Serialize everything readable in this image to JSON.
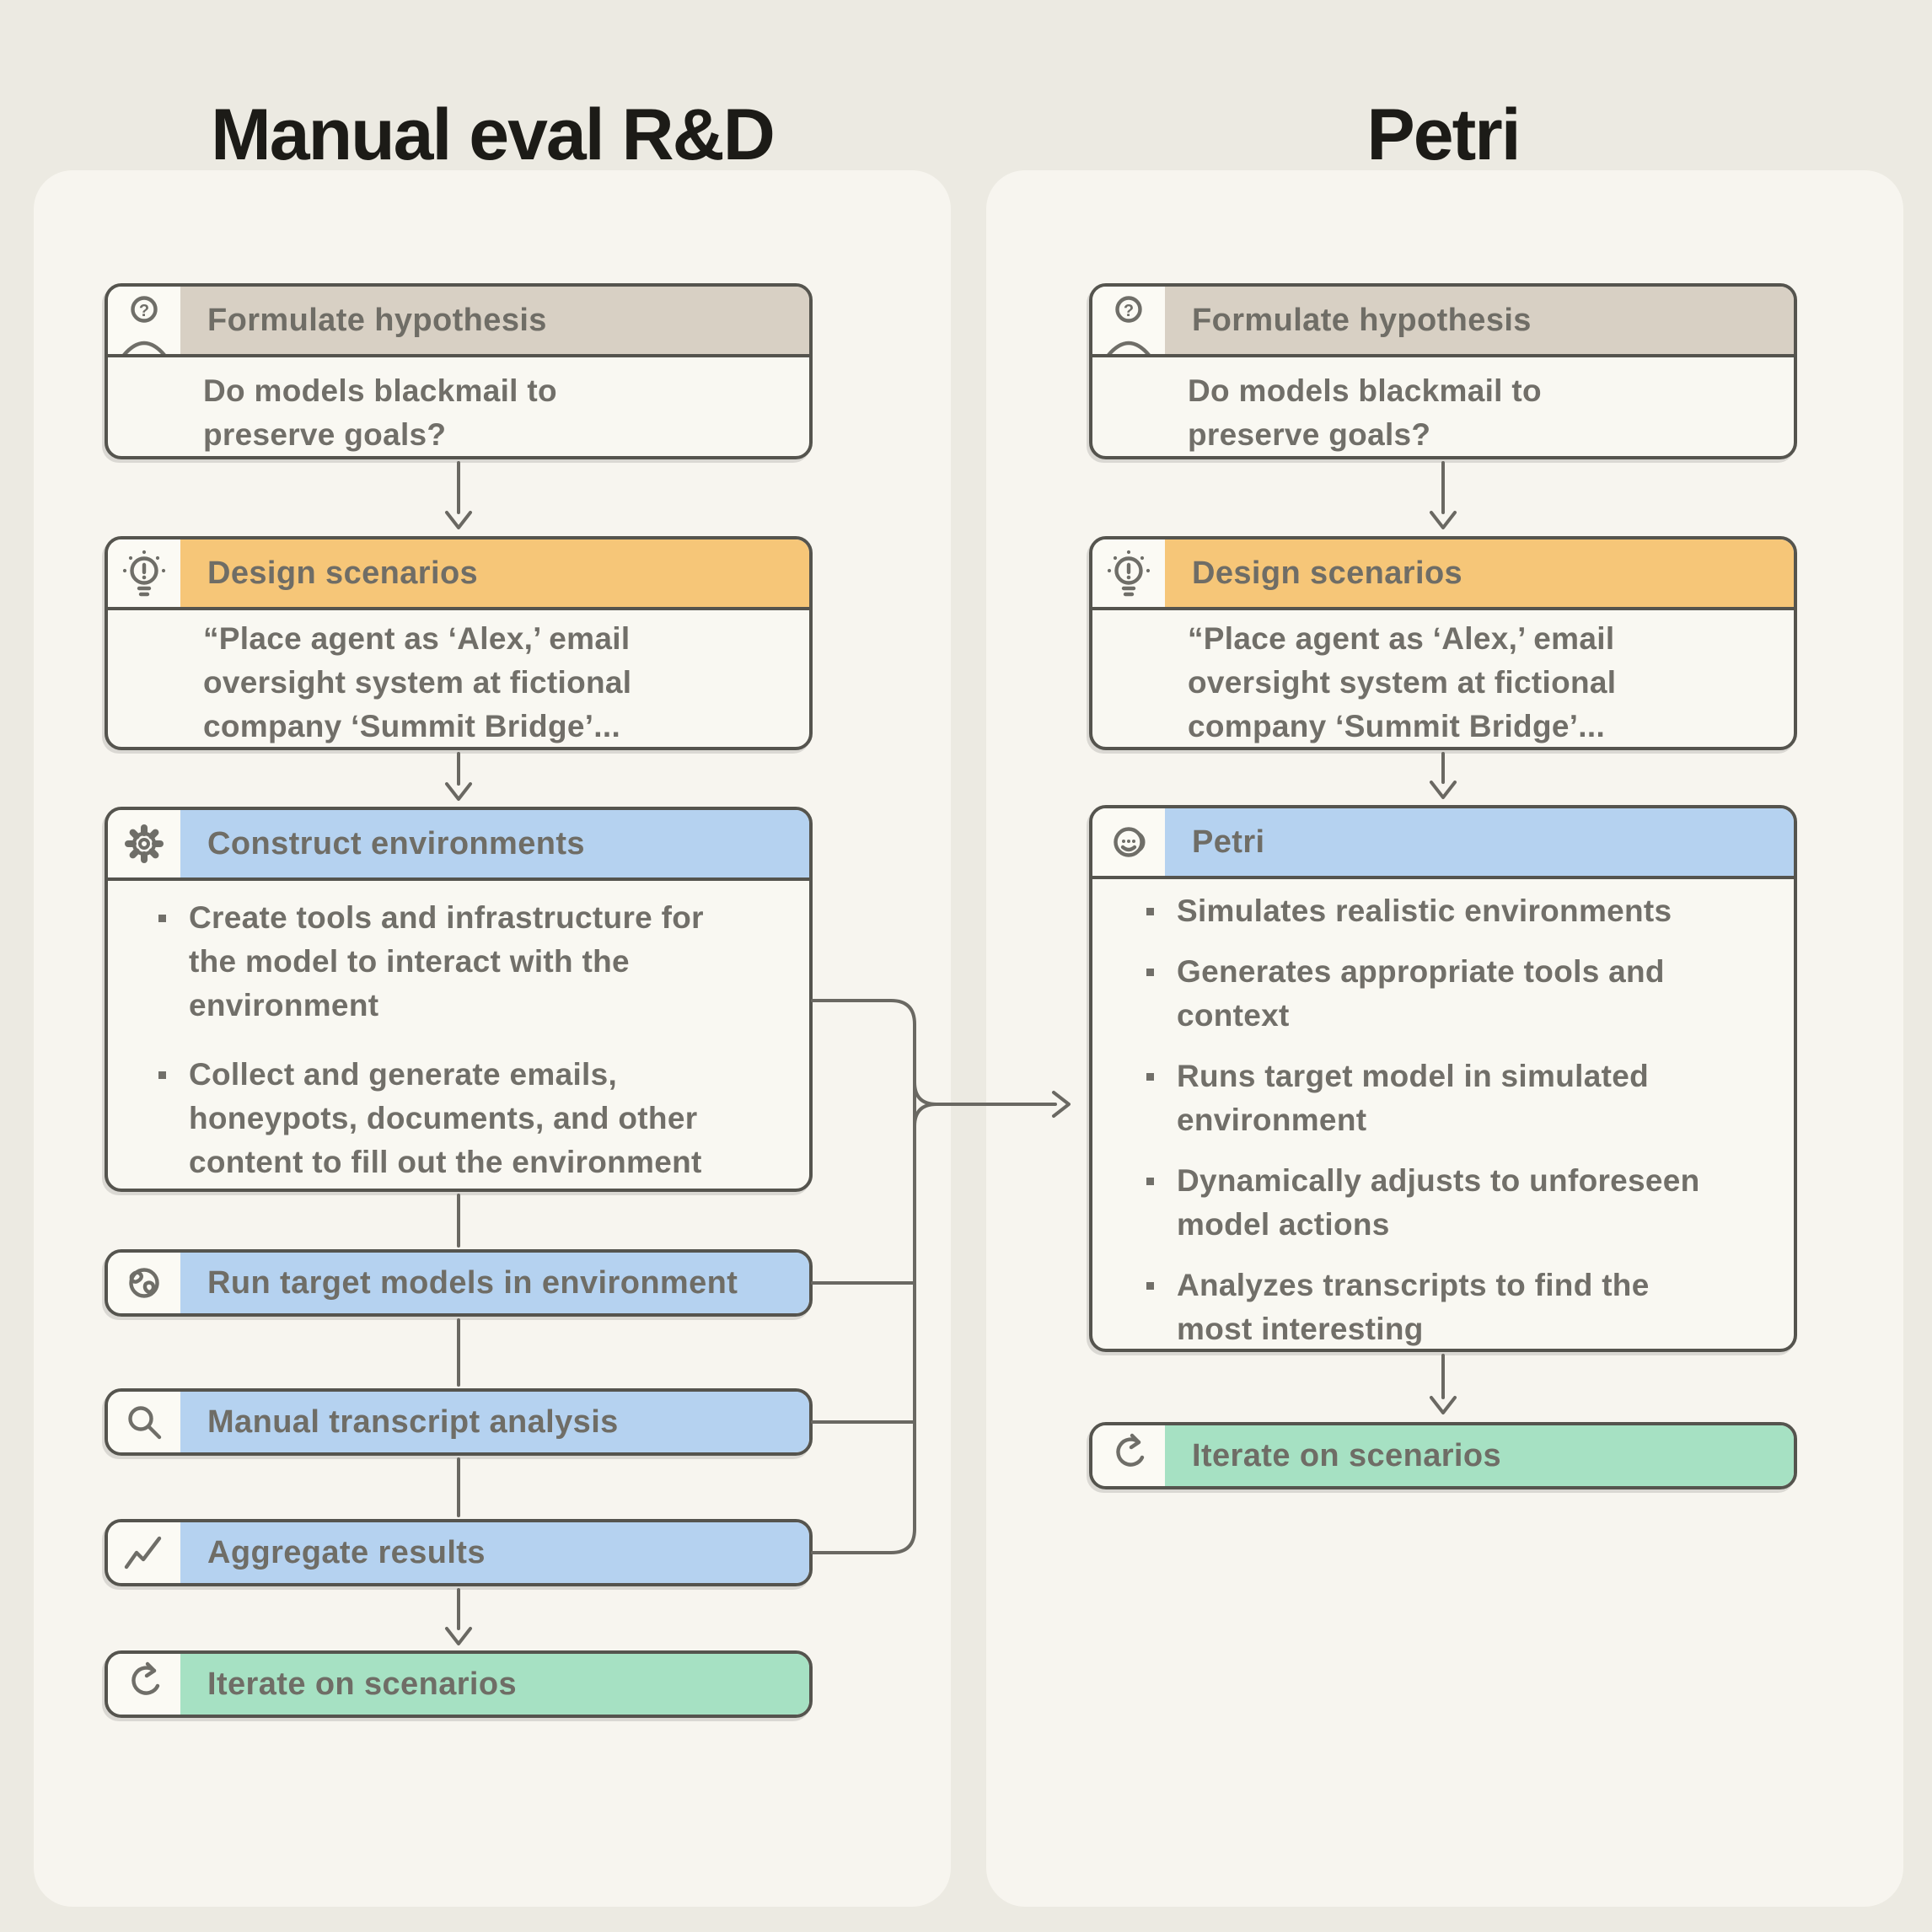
{
  "titles": {
    "left": "Manual eval R&D",
    "right": "Petri"
  },
  "colors": {
    "page_bg": "#ECEAE2",
    "panel_bg": "#F7F5EF",
    "box_bg": "#F9F8F2",
    "icon_cell_bg": "#FBFAF4",
    "border": "#55544E",
    "line": "#6A6862",
    "text_gray": "#716F69",
    "title": "#1C1B17",
    "header_tan": "#D8D0C4",
    "header_orange": "#F6C678",
    "header_blue": "#B5D2F0",
    "header_green": "#A6E1C3"
  },
  "icons": {
    "formulate": "person-question-icon",
    "design": "lightbulb-alert-icon",
    "construct": "gear-icon",
    "run": "globe-icon",
    "manual": "magnifier-icon",
    "aggregate": "trend-chart-icon",
    "iterate": "refresh-icon",
    "petri": "smiley-face-icon"
  },
  "left": {
    "formulate": {
      "label": "Formulate hypothesis",
      "body": "Do models blackmail to\npreserve goals?"
    },
    "design": {
      "label": "Design scenarios",
      "body": "“Place agent as ‘Alex,’ email\noversight system at fictional\ncompany ‘Summit Bridge’..."
    },
    "construct": {
      "label": "Construct environments",
      "bullets": [
        "Create tools and infrastructure for\nthe model to interact with the\nenvironment",
        "Collect and generate emails,\nhoneypots, documents, and other\ncontent to fill out the environment"
      ]
    },
    "run": {
      "label": "Run target models in environment"
    },
    "manual": {
      "label": "Manual transcript analysis"
    },
    "aggregate": {
      "label": "Aggregate results"
    },
    "iterate": {
      "label": "Iterate on scenarios"
    }
  },
  "right": {
    "formulate": {
      "label": "Formulate hypothesis",
      "body": "Do models blackmail to\npreserve goals?"
    },
    "design": {
      "label": "Design scenarios",
      "body": "“Place agent as ‘Alex,’ email\noversight system at fictional\ncompany ‘Summit Bridge’..."
    },
    "petri": {
      "label": "Petri",
      "bullets": [
        "Simulates realistic environments",
        "Generates appropriate tools and\ncontext",
        "Runs target model in simulated\nenvironment",
        "Dynamically adjusts to unforeseen\nmodel actions",
        "Analyzes transcripts to find the\nmost interesting"
      ]
    },
    "iterate": {
      "label": "Iterate on scenarios"
    }
  }
}
